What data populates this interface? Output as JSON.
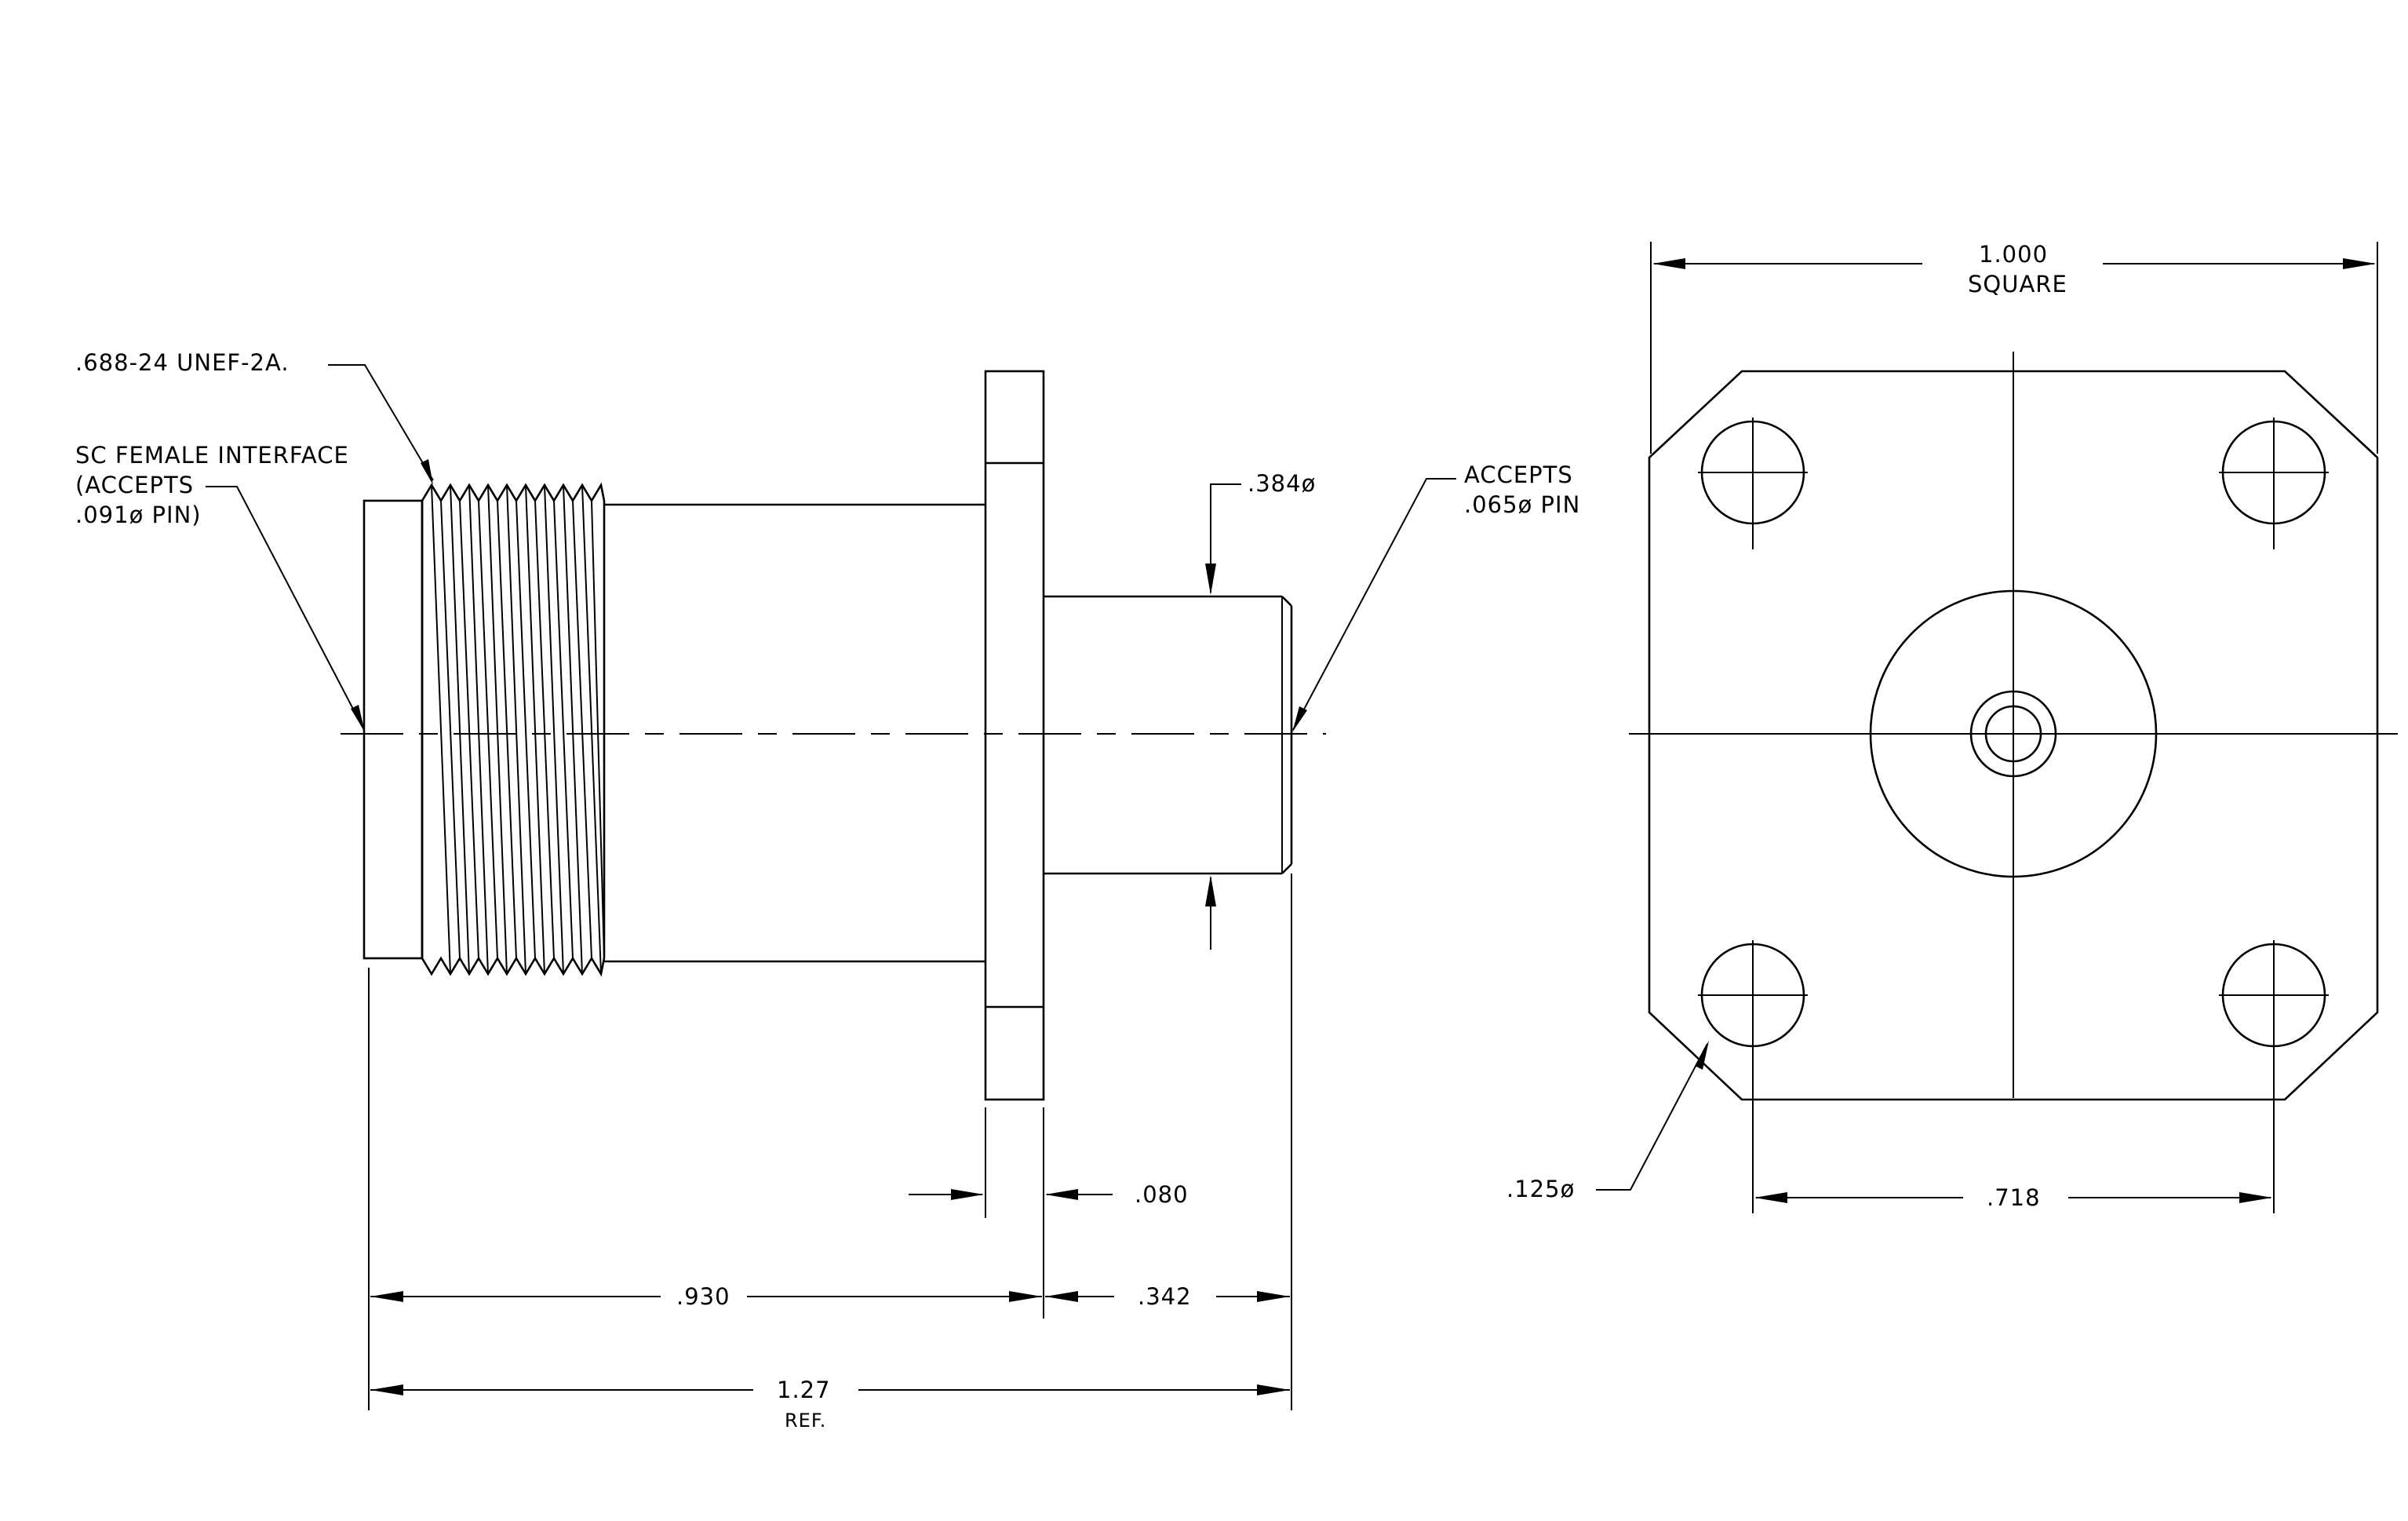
{
  "side_view": {
    "thread_callout": ".688-24 UNEF-2A.",
    "interface_note": {
      "line1": "SC FEMALE INTERFACE",
      "line2": "(ACCEPTS",
      "line3": ".091ø PIN)"
    },
    "pin_note": {
      "line1": "ACCEPTS",
      "line2": ".065ø PIN"
    },
    "dim_pin_dia": ".384ø",
    "dim_flange": ".080",
    "dim_body": ".930",
    "dim_pin_len": ".342",
    "dim_overall": "1.27",
    "dim_overall_note": "REF."
  },
  "end_view": {
    "dim_square_line1": "1.000",
    "dim_square_line2": "SQUARE",
    "dim_hole_dia": ".125ø",
    "dim_hole_spacing": ".718"
  }
}
